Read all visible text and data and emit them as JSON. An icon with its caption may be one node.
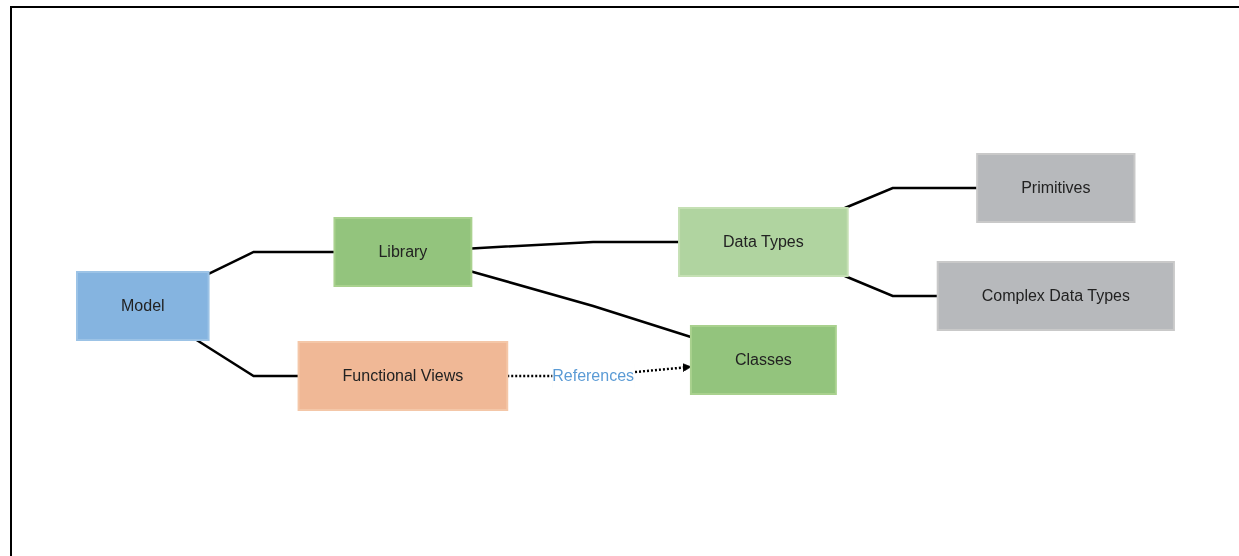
{
  "diagram": {
    "nodes": [
      {
        "text": [
          "Model"
        ]
      },
      {
        "text": [
          "Library"
        ]
      },
      {
        "text": [
          "Data Types"
        ]
      },
      {
        "text": [
          "Classes"
        ]
      },
      {
        "text": [
          "Primitives"
        ]
      },
      {
        "text": [
          "Complex Data Types"
        ]
      },
      {
        "text": [
          "Functional Views"
        ]
      }
    ],
    "edges": [
      {
        "from": 0,
        "to": 1,
        "arrow": "none"
      },
      {
        "from": 0,
        "to": 6,
        "arrow": "none"
      },
      {
        "from": 1,
        "to": 2,
        "arrow": "none"
      },
      {
        "from": 1,
        "to": 3,
        "arrow": "none"
      },
      {
        "from": 2,
        "to": 4,
        "arrow": "none"
      },
      {
        "from": 2,
        "to": 5,
        "arrow": "none"
      },
      {
        "from": 6,
        "to": 3,
        "arrow": "to",
        "style": "dashed",
        "label": "References"
      }
    ]
  }
}
